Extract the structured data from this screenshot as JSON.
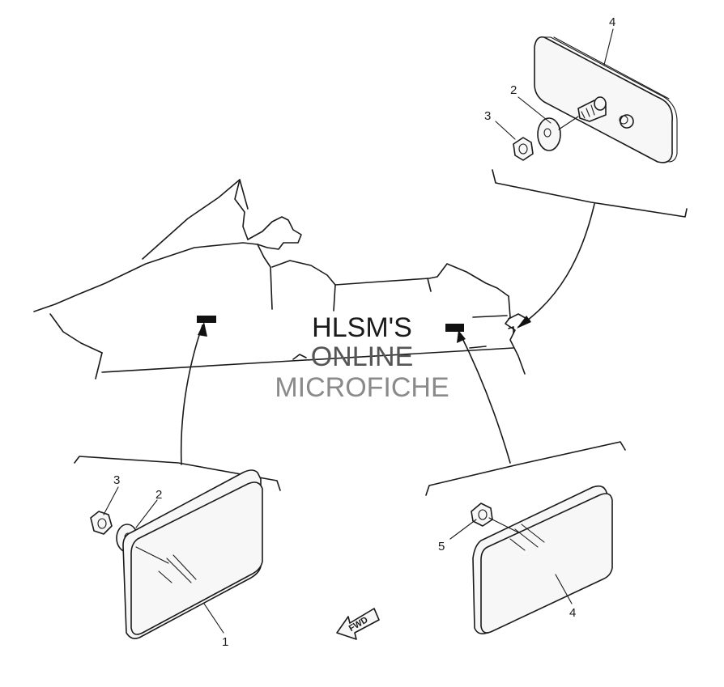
{
  "watermark": {
    "line1": "HLSM'S",
    "line2": "ONLINE",
    "line3": "MICROFICHE",
    "color1": "#1a1a1a",
    "color2": "#555555",
    "color3": "#8a8a8a"
  },
  "callouts": {
    "top_reflector": "4",
    "top_washer": "2",
    "top_nut": "3",
    "left_nut": "3",
    "left_washer": "2",
    "left_reflector": "1",
    "right_nut": "5",
    "right_reflector": "4"
  },
  "direction_arrow": {
    "label": "FWD",
    "icon": "fwd-arrow-icon"
  }
}
